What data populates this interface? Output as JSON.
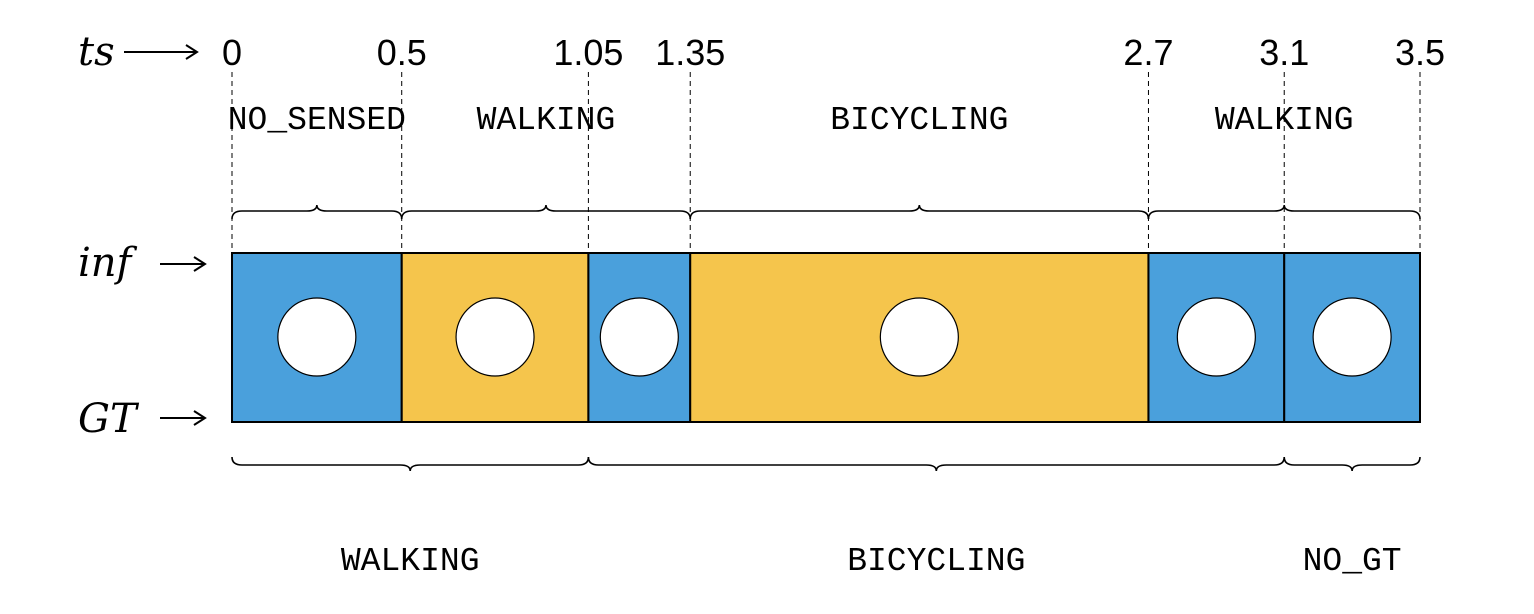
{
  "row_labels": {
    "ts": "ts",
    "inf": "inf",
    "gt": "GT"
  },
  "timestamps": [
    "0",
    "0.5",
    "1.05",
    "1.35",
    "2.7",
    "3.1",
    "3.5"
  ],
  "timestamp_values": [
    0,
    0.5,
    1.05,
    1.35,
    2.7,
    3.1,
    3.5
  ],
  "inferred_sections": [
    {
      "label": "NO_SENSED",
      "start": 0,
      "end": 0.5
    },
    {
      "label": "WALKING",
      "start": 0.5,
      "end": 1.35
    },
    {
      "label": "BICYCLING",
      "start": 1.35,
      "end": 2.7
    },
    {
      "label": "WALKING",
      "start": 2.7,
      "end": 3.5
    }
  ],
  "ground_truth_sections": [
    {
      "label": "WALKING",
      "start": 0,
      "end": 1.05
    },
    {
      "label": "BICYCLING",
      "start": 1.05,
      "end": 3.1
    },
    {
      "label": "NO_GT",
      "start": 3.1,
      "end": 3.5
    }
  ],
  "segments": [
    {
      "start": 0,
      "end": 0.5,
      "color": "#4aa0dc"
    },
    {
      "start": 0.5,
      "end": 1.05,
      "color": "#f5c54c"
    },
    {
      "start": 1.05,
      "end": 1.35,
      "color": "#4aa0dc"
    },
    {
      "start": 1.35,
      "end": 2.7,
      "color": "#f5c54c"
    },
    {
      "start": 2.7,
      "end": 3.1,
      "color": "#4aa0dc"
    },
    {
      "start": 3.1,
      "end": 3.5,
      "color": "#4aa0dc"
    }
  ],
  "colors": {
    "match": "#f5c54c",
    "mismatch": "#4aa0dc"
  }
}
